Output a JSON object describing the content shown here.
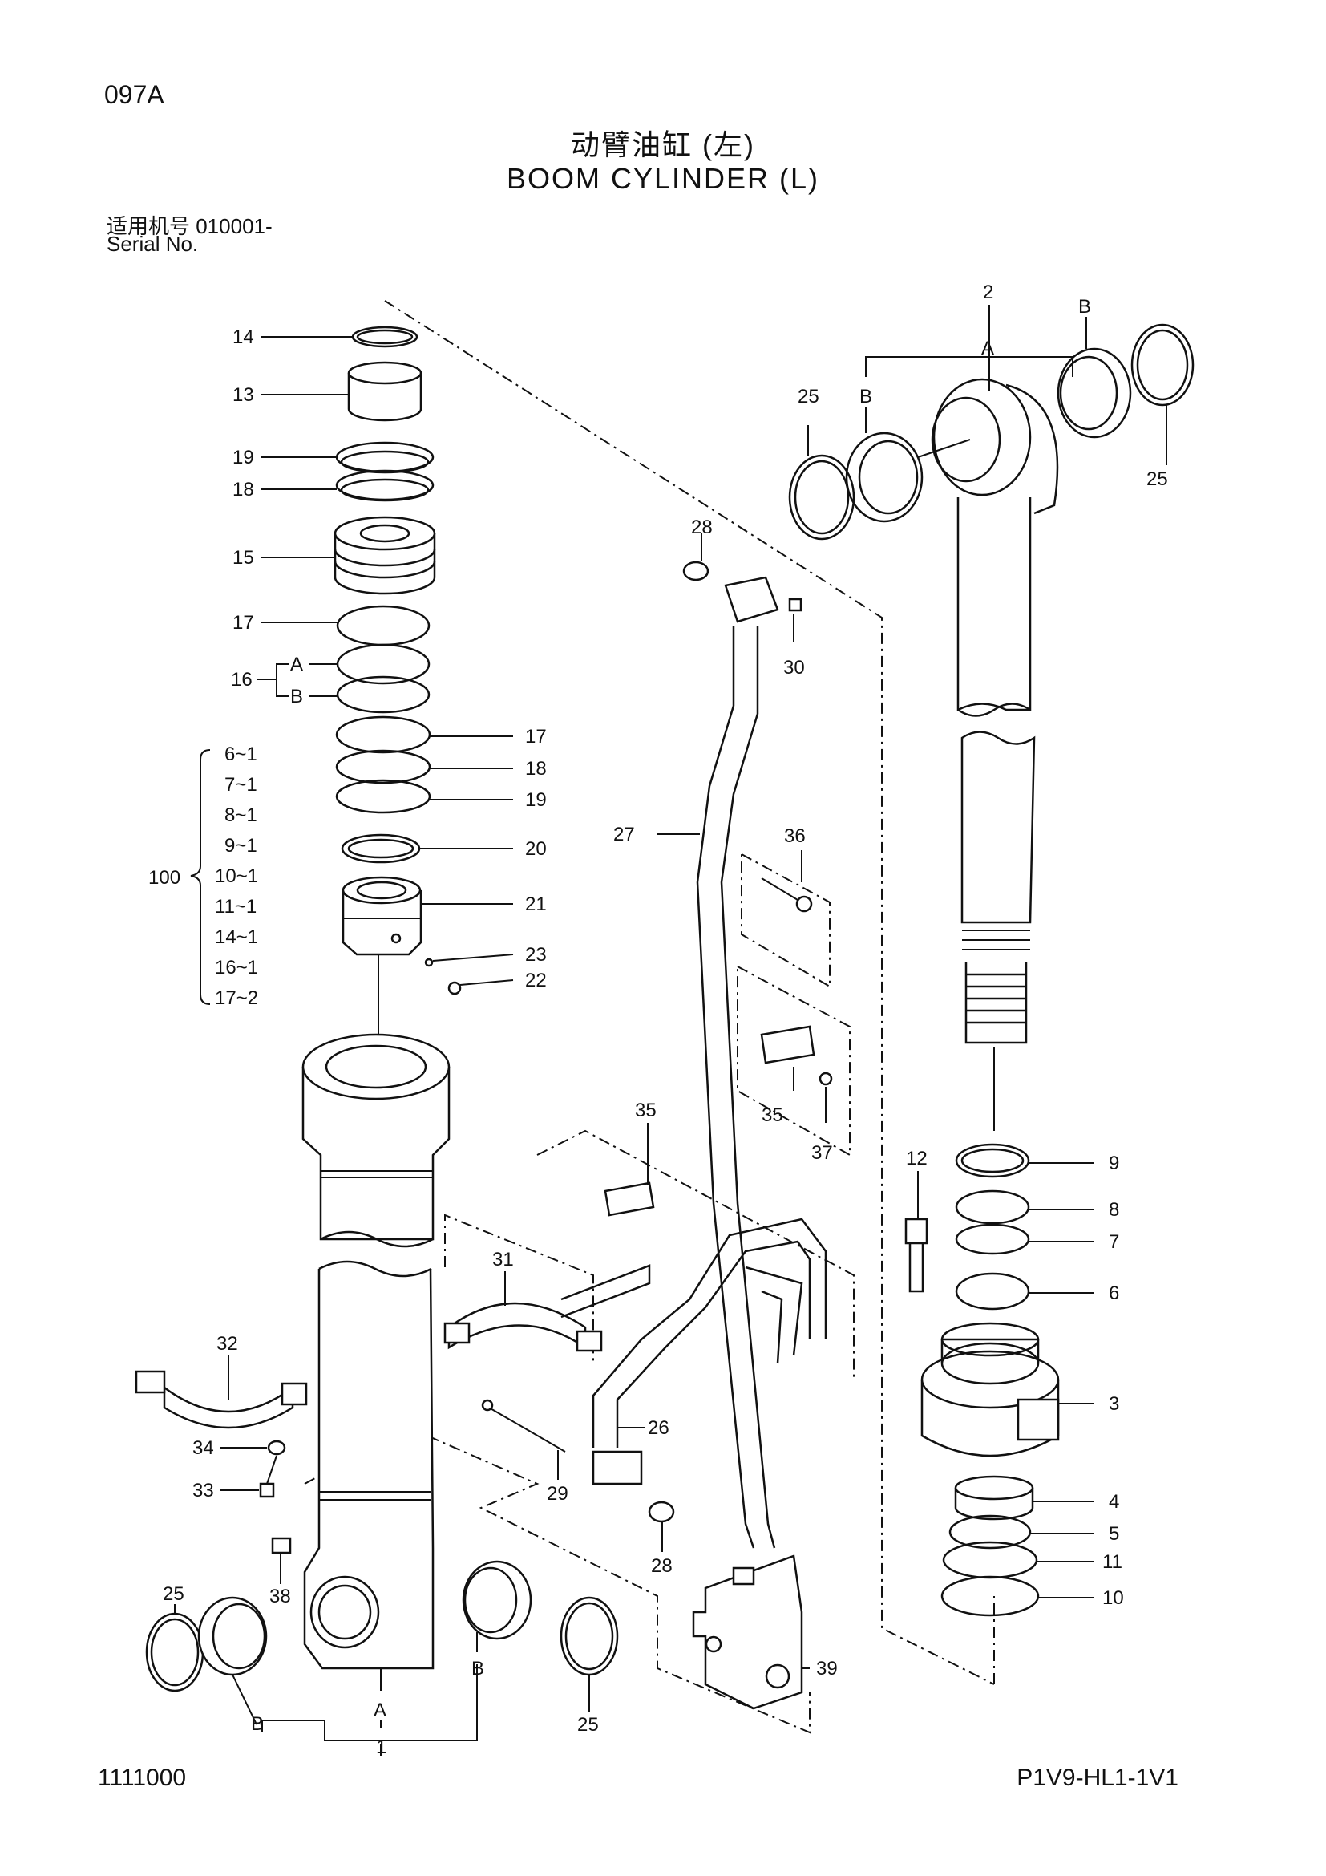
{
  "header": {
    "page_code": "097A",
    "title_cn": "动臂油缸 (左)",
    "title_en": "BOOM CYLINDER (L)",
    "serial_cn": "适用机号 010001-",
    "serial_en": "Serial No."
  },
  "footer": {
    "left": "1111000",
    "right": "P1V9-HL1-1V1"
  },
  "callouts": {
    "p14": "14",
    "p13": "13",
    "p19a": "19",
    "p18a": "18",
    "p15": "15",
    "p17a": "17",
    "p16": "16",
    "p16A": "A",
    "p16B": "B",
    "p17b": "17",
    "p18b": "18",
    "p19b": "19",
    "p20": "20",
    "p21": "21",
    "p23": "23",
    "p22": "22",
    "p100": "100",
    "kit": [
      "6~1",
      "7~1",
      "8~1",
      "9~1",
      "10~1",
      "11~1",
      "14~1",
      "16~1",
      "17~2"
    ],
    "p2": "2",
    "p2A": "A",
    "p2B1": "B",
    "p2B2": "B",
    "p25a": "25",
    "p25b": "25",
    "p28a": "28",
    "p30": "30",
    "p27": "27",
    "p36": "36",
    "p35a": "35",
    "p37": "37",
    "p35b": "35",
    "p12": "12",
    "p9": "9",
    "p8": "8",
    "p7": "7",
    "p6": "6",
    "p3": "3",
    "p4": "4",
    "p5": "5",
    "p11": "11",
    "p10": "10",
    "p31": "31",
    "p32": "32",
    "p34": "34",
    "p33": "33",
    "p26": "26",
    "p29": "29",
    "p28b": "28",
    "p38": "38",
    "p39": "39",
    "p25c": "25",
    "p25d": "25",
    "p1B1": "B",
    "p1A": "A",
    "p1B2": "B",
    "p1": "1"
  }
}
